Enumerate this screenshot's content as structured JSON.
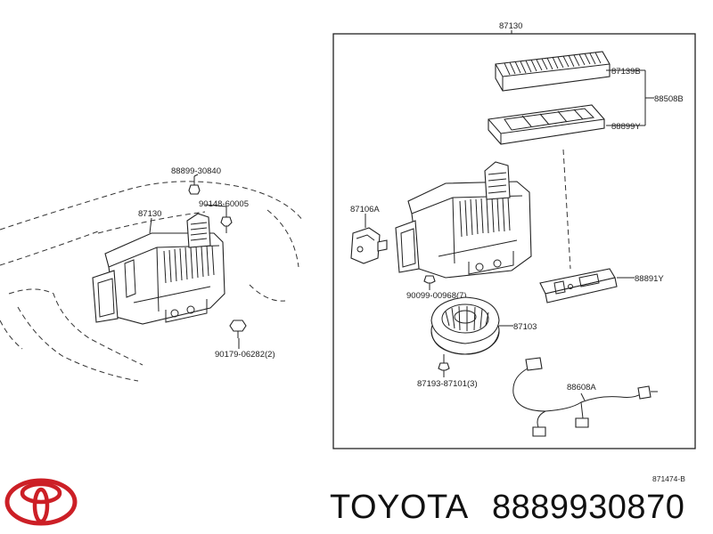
{
  "callouts": {
    "box_top": "87130",
    "filter": "87139B",
    "filter_set": "88508B",
    "filter_frame": "88899Y",
    "servo": "87106A",
    "servo_screw": "90099-00968(7)",
    "cover": "88891Y",
    "blower": "87103",
    "blower_screw": "87193-87101(3)",
    "harness": "88608A",
    "left_clip": "88899-30840",
    "left_unit": "87130",
    "left_bolt": "90148-60005",
    "left_nut": "90179-06282(2)"
  },
  "diagram_code": "871474-B",
  "brand": {
    "name": "TOYOTA",
    "part_number": "8889930870",
    "logo_color": "#cc1f26"
  }
}
